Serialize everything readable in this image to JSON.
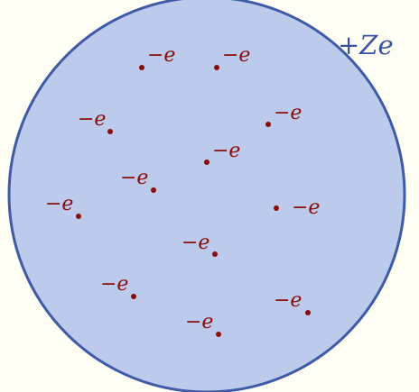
{
  "diagram": {
    "title": "",
    "nucleus_charge_label": "+Ze",
    "electron_label": "−e",
    "electron_count": 12
  },
  "colors": {
    "background": "#fefef5",
    "sphere_fill": "#bccbec",
    "sphere_stroke": "#3f5aa6",
    "nucleus_label": "#3a52a0",
    "electron": "#8b0a0a"
  }
}
